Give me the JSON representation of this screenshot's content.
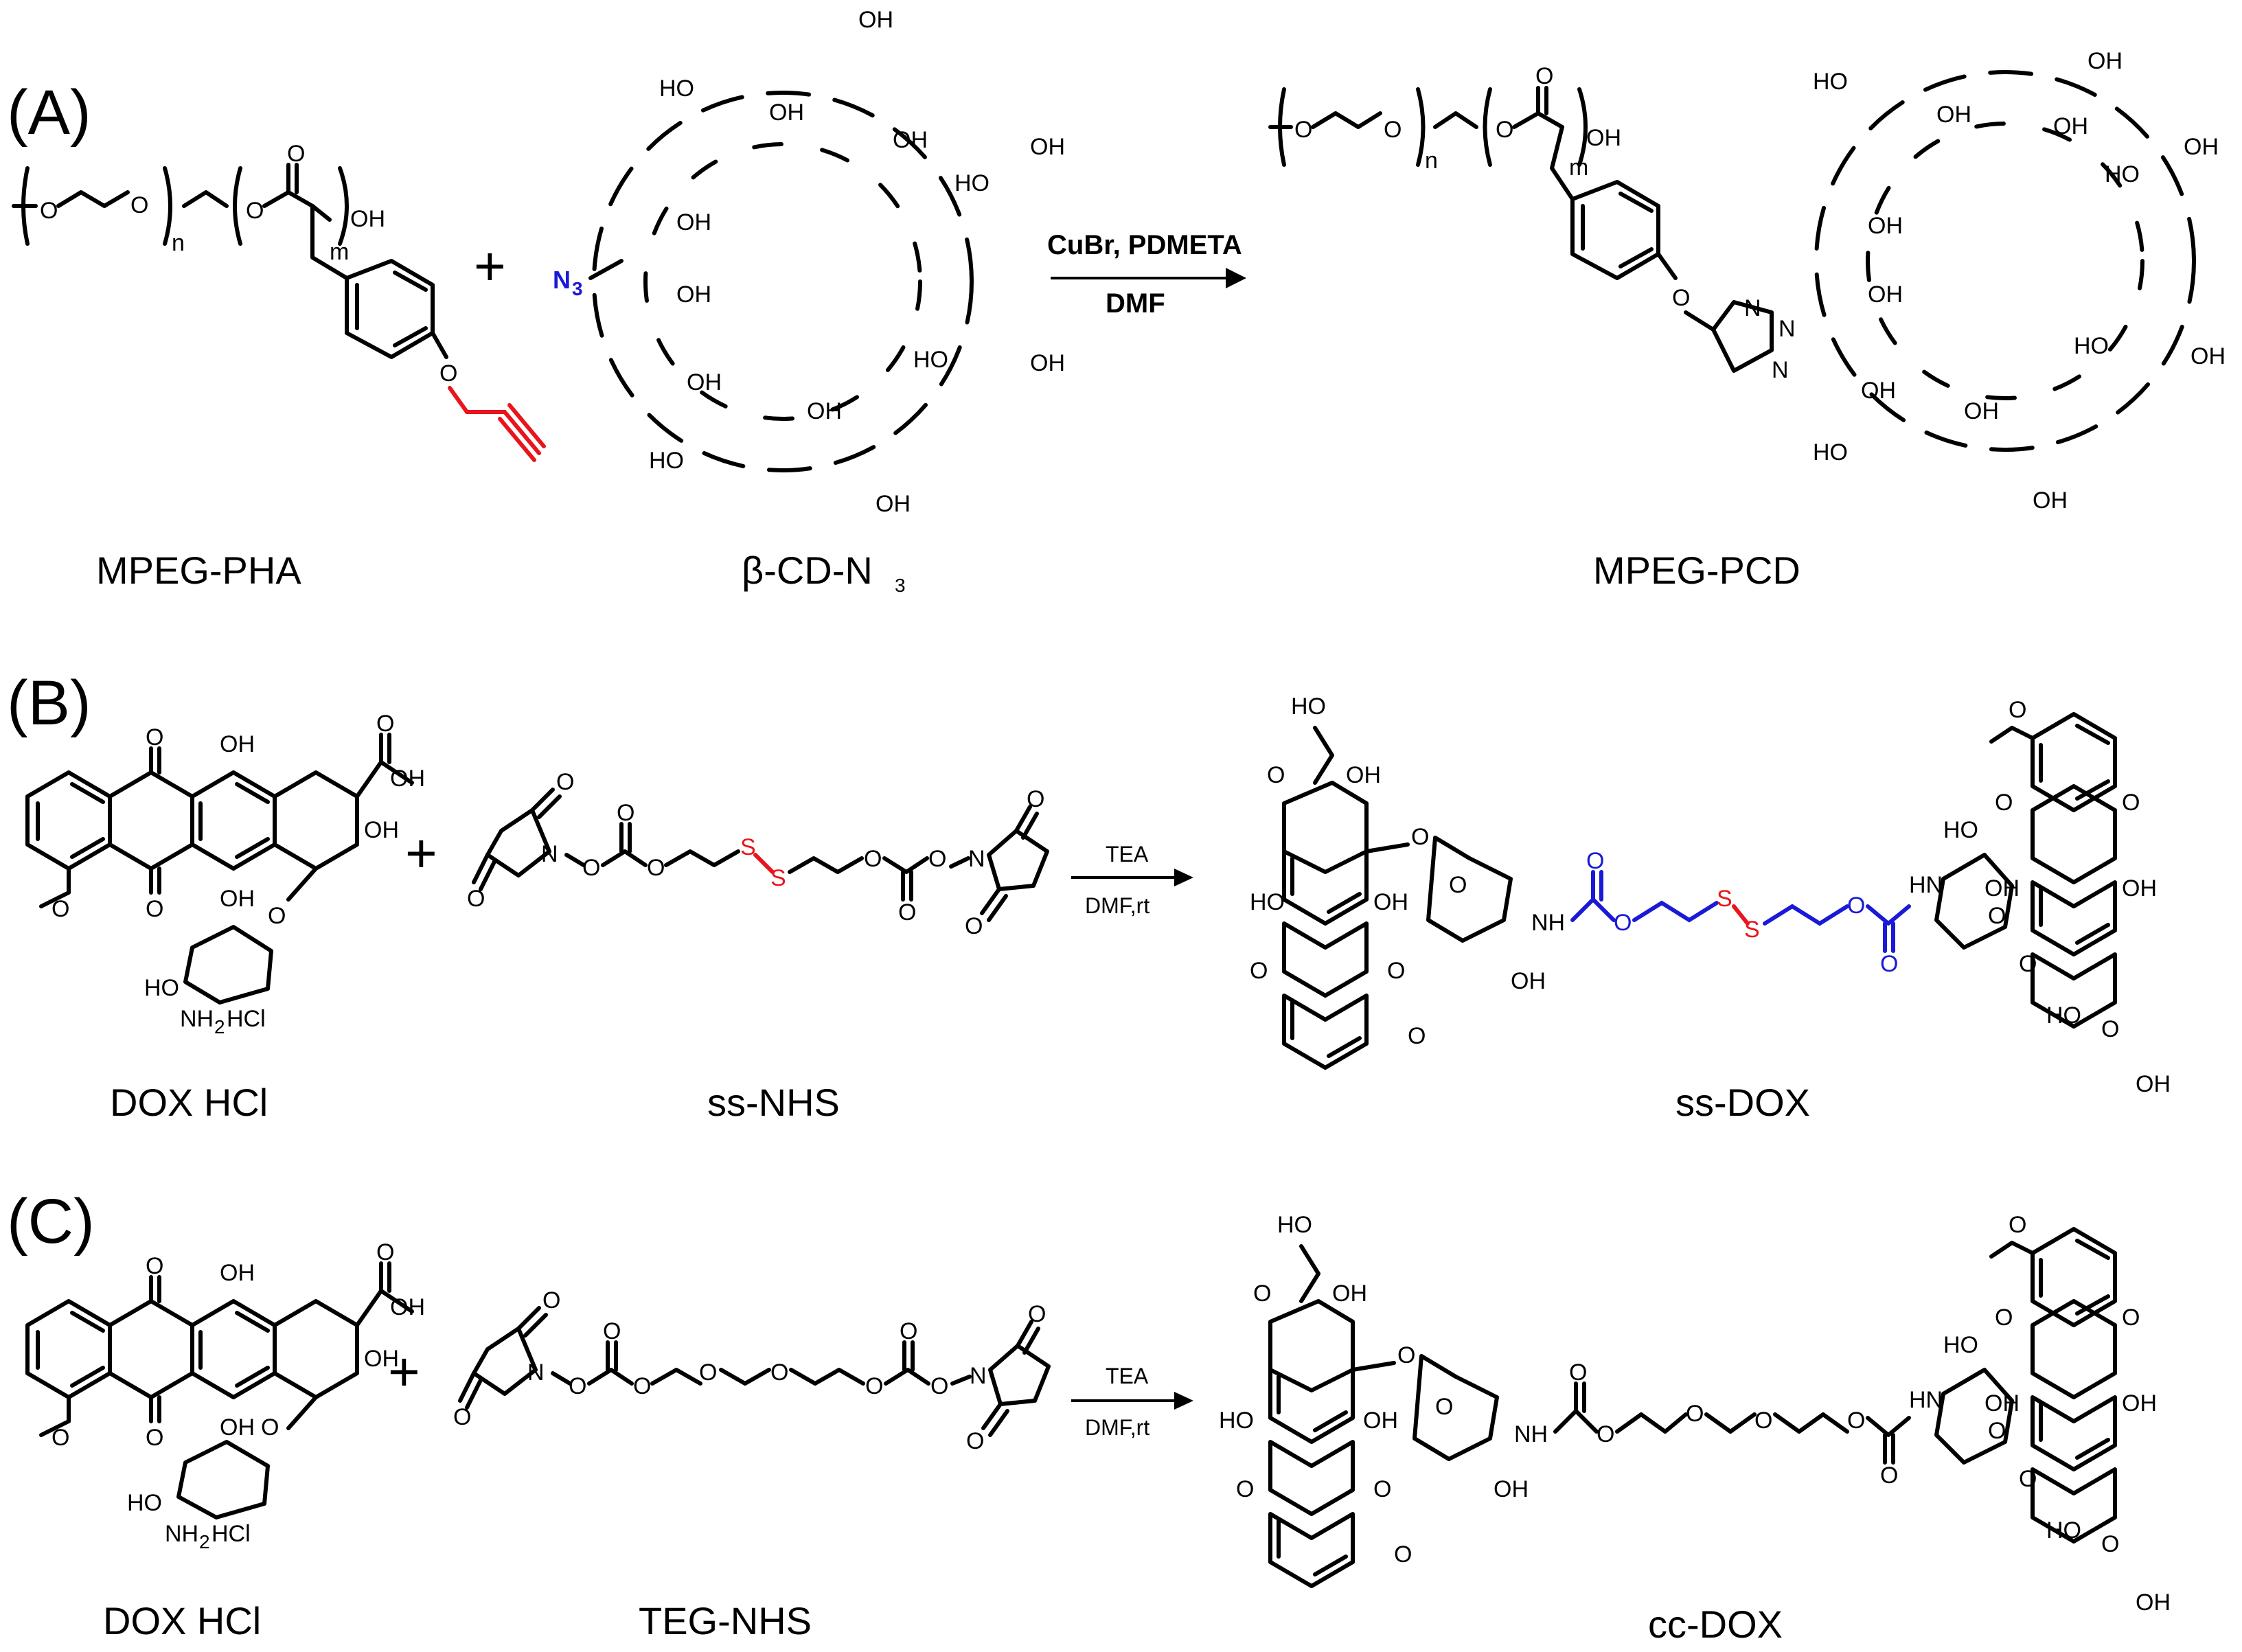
{
  "panels": [
    {
      "id": "A",
      "panel_label": "(A)",
      "compounds": [
        "MPEG-PHA",
        "β-CD-N",
        "MPEG-PCD"
      ],
      "cd_sub": "3",
      "conditions_above": "CuBr, PDMETA",
      "conditions_below": "DMF",
      "plus": "+"
    },
    {
      "id": "B",
      "panel_label": "(B)",
      "compounds": [
        "DOX HCl",
        "ss-NHS",
        "ss-DOX"
      ],
      "conditions_above": "TEA",
      "conditions_below": "DMF,rt",
      "plus": "+"
    },
    {
      "id": "C",
      "panel_label": "(C)",
      "compounds": [
        "DOX HCl",
        "TEG-NHS",
        "cc-DOX"
      ],
      "conditions_above": "TEA",
      "conditions_below": "DMF,rt",
      "plus": "+"
    }
  ],
  "atom_labels": {
    "oh": "OH",
    "ho": "HO",
    "o": "O",
    "n": "N",
    "s": "S",
    "nh": "NH",
    "hn": "HN",
    "n3": "N",
    "n3_sub": "3",
    "nh2hcl": "NH",
    "nh2hcl_sub": "2",
    "nh2hcl_tail": "HCl",
    "index_n": "n",
    "index_m": "m"
  },
  "colors": {
    "alkyne": "#e8161c",
    "disulfide": "#e8161c",
    "linker": "#1a1ad6",
    "azide": "#1a1ad6"
  }
}
